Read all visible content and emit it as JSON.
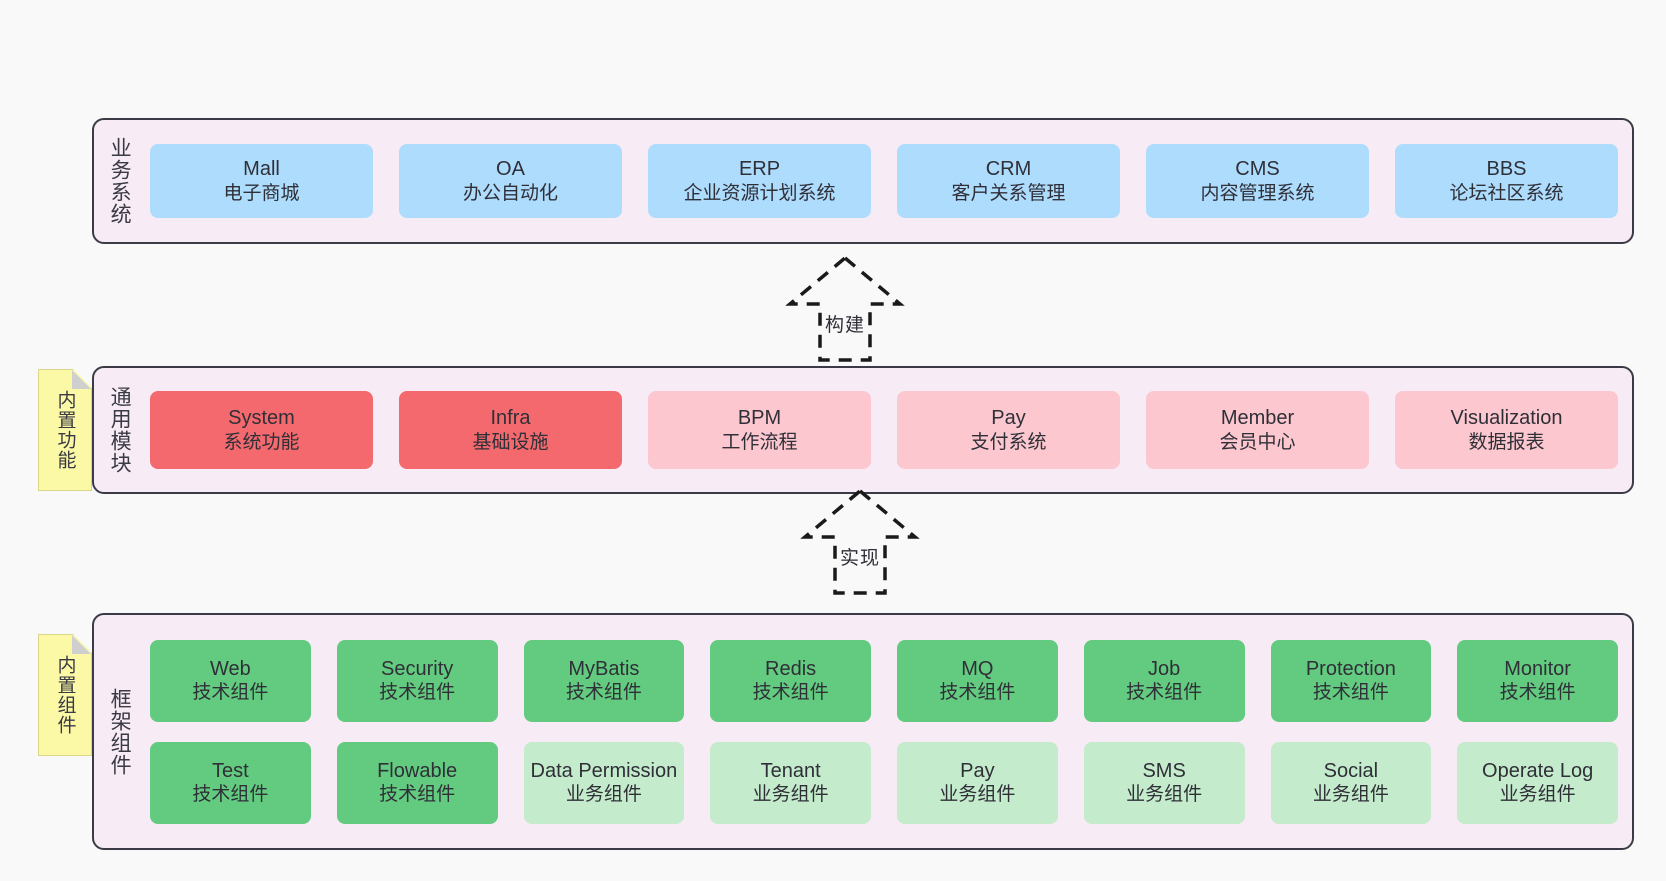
{
  "page": {
    "background": "#f9f9f9",
    "container_bg": "#f7ebf5",
    "border_color": "#3b3b47"
  },
  "layers": [
    {
      "id": "business",
      "title": "业务系统",
      "color": "#aedcfd",
      "rows": [
        [
          {
            "title": "Mall",
            "sub": "电子商城"
          },
          {
            "title": "OA",
            "sub": "办公自动化"
          },
          {
            "title": "ERP",
            "sub": "企业资源计划系统"
          },
          {
            "title": "CRM",
            "sub": "客户关系管理"
          },
          {
            "title": "CMS",
            "sub": "内容管理系统"
          },
          {
            "title": "BBS",
            "sub": "论坛社区系统"
          }
        ]
      ]
    },
    {
      "id": "common",
      "title": "通用模块",
      "note": "内置功能",
      "rows": [
        [
          {
            "title": "System",
            "sub": "系统功能",
            "color": "#f4696d"
          },
          {
            "title": "Infra",
            "sub": "基础设施",
            "color": "#f4696d"
          },
          {
            "title": "BPM",
            "sub": "工作流程",
            "color": "#fcc7cf"
          },
          {
            "title": "Pay",
            "sub": "支付系统",
            "color": "#fcc7cf"
          },
          {
            "title": "Member",
            "sub": "会员中心",
            "color": "#fcc7cf"
          },
          {
            "title": "Visualization",
            "sub": "数据报表",
            "color": "#fcc7cf"
          }
        ]
      ]
    },
    {
      "id": "frame",
      "title": "框架组件",
      "note": "内置组件",
      "rows": [
        [
          {
            "title": "Web",
            "sub": "技术组件",
            "color": "#63cb7f"
          },
          {
            "title": "Security",
            "sub": "技术组件",
            "color": "#63cb7f"
          },
          {
            "title": "MyBatis",
            "sub": "技术组件",
            "color": "#63cb7f"
          },
          {
            "title": "Redis",
            "sub": "技术组件",
            "color": "#63cb7f"
          },
          {
            "title": "MQ",
            "sub": "技术组件",
            "color": "#63cb7f"
          },
          {
            "title": "Job",
            "sub": "技术组件",
            "color": "#63cb7f"
          },
          {
            "title": "Protection",
            "sub": "技术组件",
            "color": "#63cb7f"
          },
          {
            "title": "Monitor",
            "sub": "技术组件",
            "color": "#63cb7f"
          }
        ],
        [
          {
            "title": "Test",
            "sub": "技术组件",
            "color": "#63cb7f"
          },
          {
            "title": "Flowable",
            "sub": "技术组件",
            "color": "#63cb7f"
          },
          {
            "title": "Data Permission",
            "sub": "业务组件",
            "color": "#c4ebcb"
          },
          {
            "title": "Tenant",
            "sub": "业务组件",
            "color": "#c4ebcb"
          },
          {
            "title": "Pay",
            "sub": "业务组件",
            "color": "#c4ebcb"
          },
          {
            "title": "SMS",
            "sub": "业务组件",
            "color": "#c4ebcb"
          },
          {
            "title": "Social",
            "sub": "业务组件",
            "color": "#c4ebcb"
          },
          {
            "title": "Operate Log",
            "sub": "业务组件",
            "color": "#c4ebcb"
          }
        ]
      ]
    }
  ],
  "arrows": [
    {
      "id": "build",
      "label": "构建"
    },
    {
      "id": "impl",
      "label": "实现"
    }
  ]
}
